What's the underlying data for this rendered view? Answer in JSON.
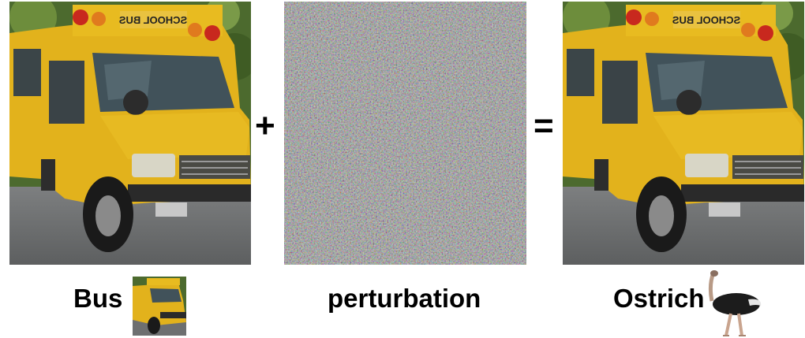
{
  "panels": {
    "original": {
      "caption": "Bus",
      "sign_text": "SCHOOL BUS"
    },
    "perturbation": {
      "caption": "perturbation"
    },
    "adversarial": {
      "caption": "Ostrich",
      "sign_text": "SCHOOL BUS"
    }
  },
  "operators": {
    "plus": "+",
    "equals": "="
  },
  "colors": {
    "bus_yellow": "#e8b81a",
    "noise_gray": "#8c8c8c",
    "text": "#000000"
  },
  "icons": {
    "bus_thumbnail": "bus-thumbnail-icon",
    "ostrich": "ostrich-icon"
  }
}
